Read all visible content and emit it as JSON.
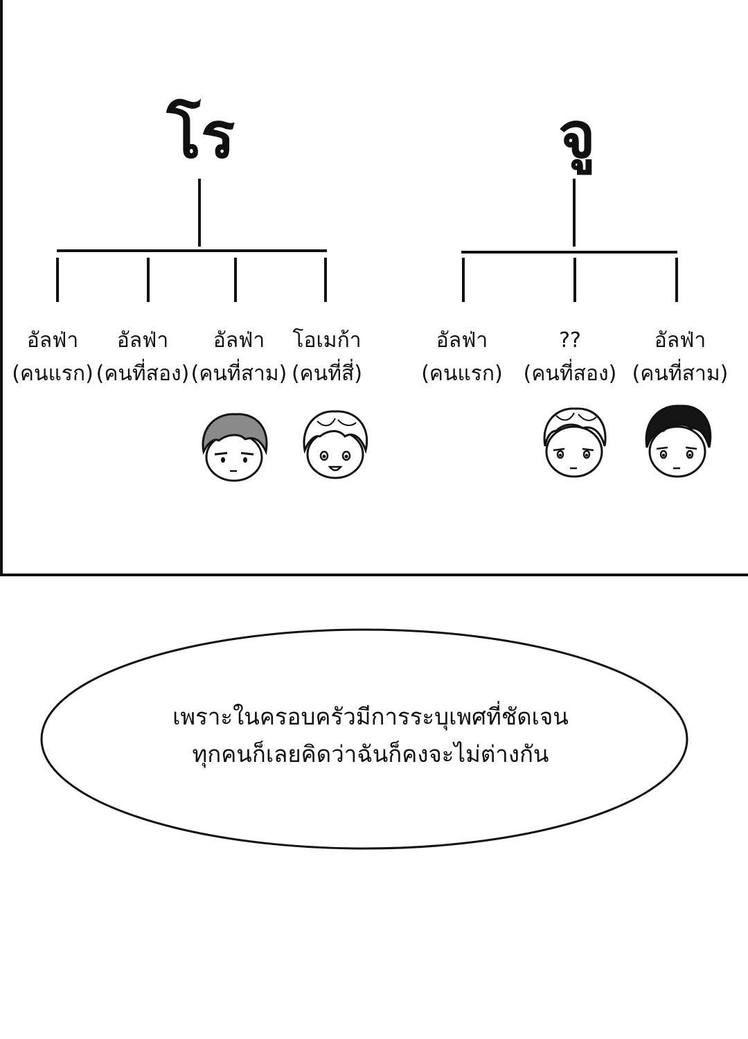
{
  "families": [
    {
      "name": "โร",
      "children": [
        {
          "role": "อัลฟ่า",
          "order": "(คนแรก)"
        },
        {
          "role": "อัลฟ่า",
          "order": "(คนที่สอง)"
        },
        {
          "role": "อัลฟ่า",
          "order": "(คนที่สาม)"
        },
        {
          "role": "โอเมก้า",
          "order": "(คนที่สี่)"
        }
      ]
    },
    {
      "name": "จู",
      "children": [
        {
          "role": "อัลฟ่า",
          "order": "(คนแรก)"
        },
        {
          "role": "??",
          "order": "(คนที่สอง)"
        },
        {
          "role": "อัลฟ่า",
          "order": "(คนที่สาม)"
        }
      ]
    }
  ],
  "narration": {
    "line1": "เพราะในครอบครัวมีการระบุเพศที่ชัดเจน",
    "line2": "ทุกคนก็เลยคิดว่าฉันก็คงจะไม่ต่างกัน"
  },
  "colors": {
    "ink": "#111111",
    "paper": "#ffffff",
    "hair_gray": "#8a8a8a",
    "hair_black": "#151515"
  }
}
